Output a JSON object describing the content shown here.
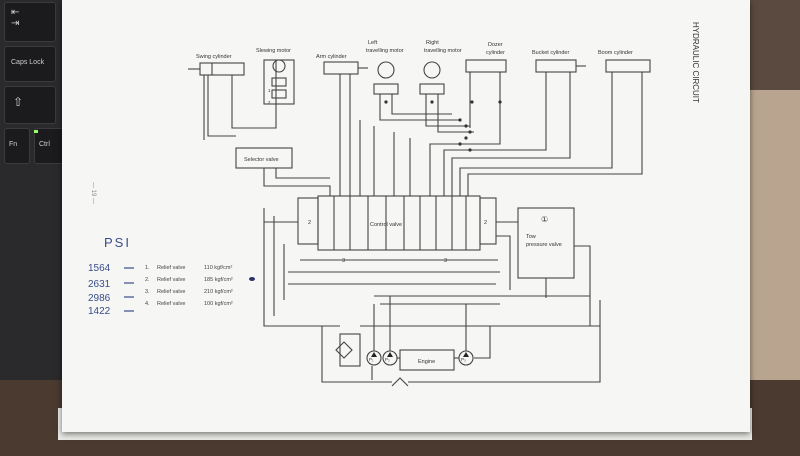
{
  "keyboard": {
    "caps_lock": "Caps Lock",
    "fn": "Fn",
    "ctrl": "Ctrl"
  },
  "side_title": "HYDRAULIC CIRCUIT",
  "components": {
    "swing_cylinder": "Swing cylinder",
    "slewing_motor": "Slewing motor",
    "arm_cylinder": "Arm cylinder",
    "left_travel_1": "Left",
    "left_travel_2": "travelling motor",
    "right_travel_1": "Right",
    "right_travel_2": "travelling motor",
    "dozer_1": "Dozer",
    "dozer_2": "cylinder",
    "bucket_cylinder": "Bucket cylinder",
    "boom_cylinder": "Boom cylinder",
    "selector_valve": "Selector valve",
    "control_valve": "Control valve",
    "tow_pressure_1": "Tow",
    "tow_pressure_2": "pressure valve",
    "engine": "Engine",
    "num_1": "①",
    "num_2a": "2",
    "num_2b": "2",
    "num_3a": "3",
    "num_3b": "3",
    "pump_p1": "P₁",
    "pump_p2": "P₂",
    "pump_p3": "P₃",
    "small_11": "1",
    "small_2": "2"
  },
  "handwritten": {
    "title": "PSI",
    "values": [
      "1564",
      "2631",
      "2986",
      "1422"
    ]
  },
  "relief_valves": [
    {
      "num": "1.",
      "label": "Relief valve",
      "value": "110 kgf/cm²"
    },
    {
      "num": "2.",
      "label": "Relief valve",
      "value": "185 kgf/cm²"
    },
    {
      "num": "3.",
      "label": "Relief valve",
      "value": "210 kgf/cm²"
    },
    {
      "num": "4.",
      "label": "Relief valve",
      "value": "100 kgf/cm²"
    }
  ]
}
